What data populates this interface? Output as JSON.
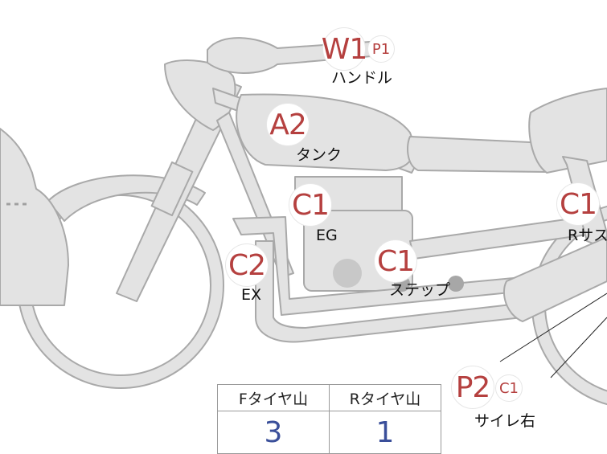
{
  "colors": {
    "code": "#b5403f",
    "score": "#3a4f9a",
    "frame": "#e3e3e3",
    "frame_stroke": "#a9a9a9",
    "dark_spot": "#c8c8c8"
  },
  "parts": [
    {
      "name": "handle",
      "code": "W1",
      "sub_code": "P1",
      "label": "ハンドル"
    },
    {
      "name": "tank",
      "code": "A2",
      "label": "タンク"
    },
    {
      "name": "engine",
      "code": "C1",
      "label": "EG"
    },
    {
      "name": "step",
      "code": "C1",
      "label": "ステップ"
    },
    {
      "name": "exhaust",
      "code": "C2",
      "label": "EX"
    },
    {
      "name": "rear-suspension",
      "code": "C1",
      "label": "Rサス"
    },
    {
      "name": "side-cover-right",
      "code": "P2",
      "sub_code": "C1",
      "label": "サイレ右"
    }
  ],
  "tire_table": {
    "headers": [
      "Fタイヤ山",
      "Rタイヤ山"
    ],
    "values": [
      "3",
      "1"
    ]
  }
}
